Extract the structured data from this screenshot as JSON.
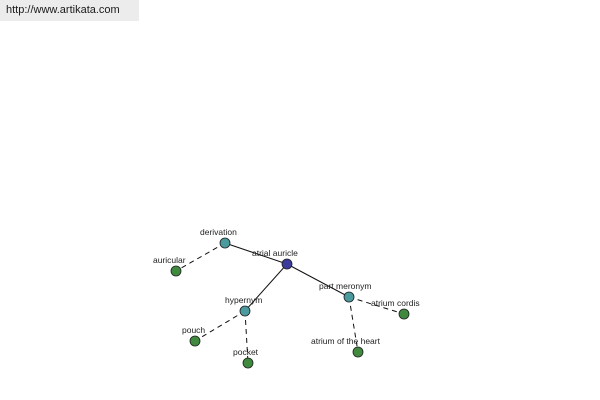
{
  "header": {
    "url": "http://www.artikata.com"
  },
  "colors": {
    "root_node": "#3b3b9e",
    "relation_node": "#4a9a9e",
    "leaf_node": "#3f8a3f",
    "node_stroke": "#1f1f1f",
    "edge": "#111111",
    "background": "#ffffff"
  },
  "graph": {
    "root": {
      "label": "atrial auricle"
    },
    "relations": [
      {
        "label": "derivation",
        "leaves": [
          {
            "label": "auricular"
          }
        ]
      },
      {
        "label": "hypernym",
        "leaves": [
          {
            "label": "pouch"
          },
          {
            "label": "pocket"
          }
        ]
      },
      {
        "label": "part meronym",
        "leaves": [
          {
            "label": "atrium cordis"
          },
          {
            "label": "atrium of the heart"
          }
        ]
      }
    ]
  }
}
